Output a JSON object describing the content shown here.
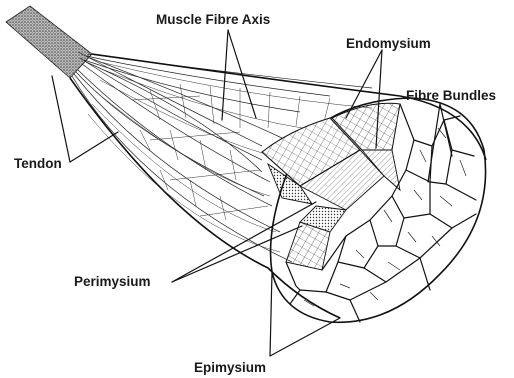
{
  "labels": {
    "muscle_fibre_axis": "Muscle Fibre Axis",
    "endomysium": "Endomysium",
    "fibre_bundles": "Fibre Bundles",
    "tendon": "Tendon",
    "perimysium": "Perimysium",
    "epimysium": "Epimysium"
  }
}
